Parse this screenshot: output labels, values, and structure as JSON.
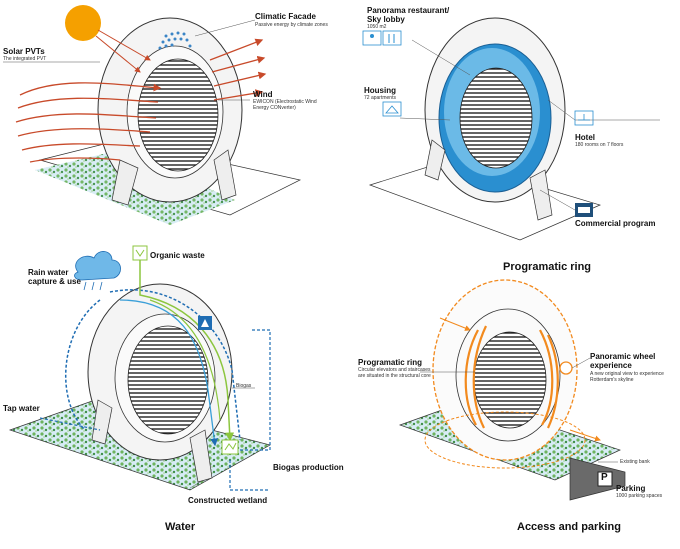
{
  "panel_energy": {
    "climatic_facade_title": "Climatic Facade",
    "climatic_facade_desc": "Passive energy by climate zones",
    "solar_title": "Solar PVTs",
    "solar_desc": "The integrated PVT",
    "wind_title": "Wind",
    "wind_desc_1": "EWICON (Electrostatic Wind",
    "wind_desc_2": "Energy CONverter)"
  },
  "panel_program": {
    "restaurant_title_1": "Panorama restaurant/",
    "restaurant_title_2": "Sky lobby",
    "restaurant_desc": "1050 m2",
    "housing_title": "Housing",
    "housing_desc": "72 apartments",
    "hotel_title": "Hotel",
    "hotel_desc": "180 rooms on 7 floors",
    "commercial_title": "Commercial program",
    "caption": "Programatic ring"
  },
  "panel_water": {
    "rain_title_1": "Rain water",
    "rain_title_2": "capture & use",
    "organic_waste": "Organic waste",
    "tap_water": "Tap water",
    "biogas": "Biogas",
    "biogas_production": "Biogas production",
    "constructed_wetland": "Constructed wetland",
    "caption": "Water"
  },
  "panel_access": {
    "ring_title": "Programatic ring",
    "ring_desc_1": "Circular elevators and staircases",
    "ring_desc_2": "are situated in the structural core",
    "wheel_title_1": "Panoramic wheel",
    "wheel_title_2": "experience",
    "wheel_desc_1": "A new original view to experience",
    "wheel_desc_2": "Rotterdam's skyline",
    "existing_bank": "Existing bank",
    "parking_sign": "P",
    "parking_title": "Parking",
    "parking_desc": "1000 parking spaces",
    "caption": "Access and parking"
  },
  "colors": {
    "sun": "#f5a000",
    "wind_arrows": "#c84a2a",
    "ring_blue": "#2a8fd0",
    "water_blue": "#1f6db3",
    "waste_green": "#8cc63f",
    "access_orange": "#f28a1e",
    "ground_green": "#5fa35a"
  }
}
